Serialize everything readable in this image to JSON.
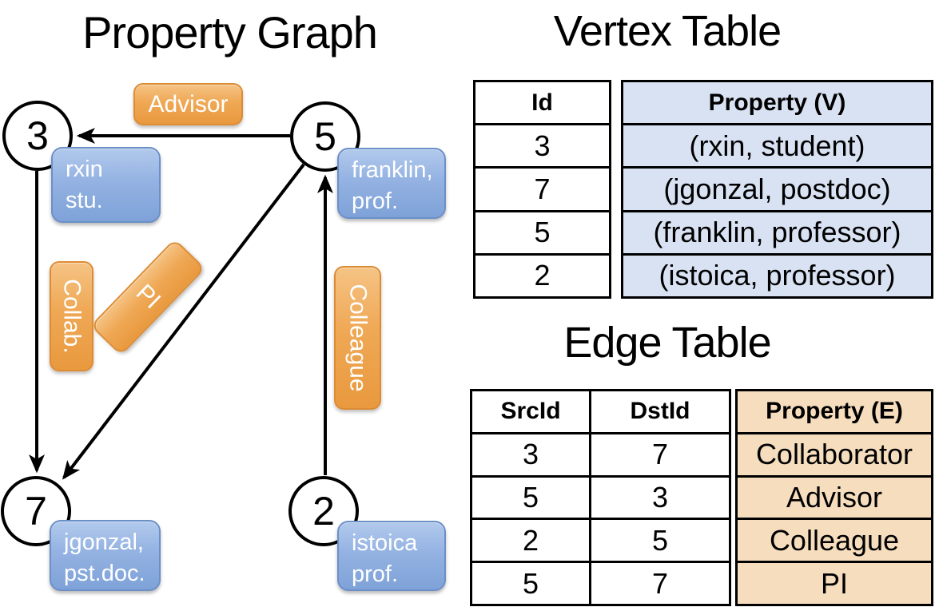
{
  "graph": {
    "title": "Property Graph",
    "nodes": [
      {
        "id": "3"
      },
      {
        "id": "5"
      },
      {
        "id": "7"
      },
      {
        "id": "2"
      }
    ],
    "vertex_labels": [
      {
        "line1": "rxin",
        "line2": "stu."
      },
      {
        "line1": "franklin,",
        "line2": "prof."
      },
      {
        "line1": "jgonzal,",
        "line2": "pst.doc."
      },
      {
        "line1": "istoica",
        "line2": "prof."
      }
    ],
    "edge_labels": {
      "advisor": "Advisor",
      "collab": "Collab.",
      "pi": "PI",
      "colleague": "Colleague"
    }
  },
  "vertex_table": {
    "title": "Vertex Table",
    "headers": {
      "id": "Id",
      "property": "Property (V)"
    },
    "rows": [
      {
        "id": "3",
        "property": "(rxin, student)"
      },
      {
        "id": "7",
        "property": "(jgonzal, postdoc)"
      },
      {
        "id": "5",
        "property": "(franklin, professor)"
      },
      {
        "id": "2",
        "property": "(istoica, professor)"
      }
    ]
  },
  "edge_table": {
    "title": "Edge Table",
    "headers": {
      "src": "SrcId",
      "dst": "DstId",
      "property": "Property (E)"
    },
    "rows": [
      {
        "src": "3",
        "dst": "7",
        "property": "Collaborator"
      },
      {
        "src": "5",
        "dst": "3",
        "property": "Advisor"
      },
      {
        "src": "2",
        "dst": "5",
        "property": "Colleague"
      },
      {
        "src": "5",
        "dst": "7",
        "property": "PI"
      }
    ]
  },
  "colors": {
    "vertex_fill": "#d9e2f3",
    "edge_fill": "#f6ddbd",
    "vertex_box": "#8eadde",
    "edge_box": "#eda74f",
    "line": "#000000"
  }
}
